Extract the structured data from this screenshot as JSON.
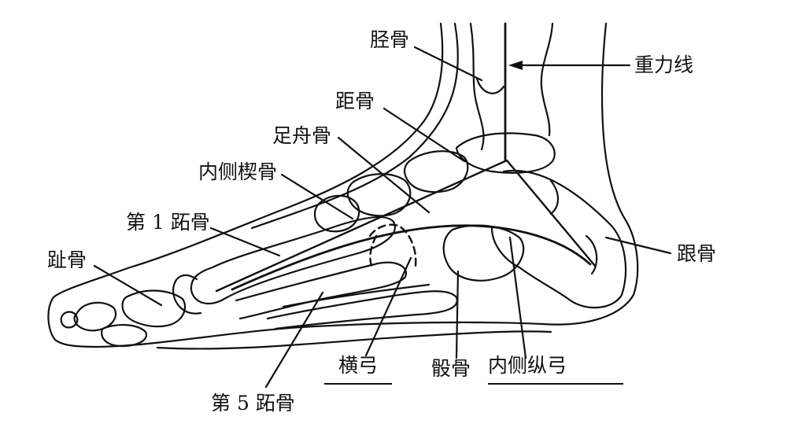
{
  "labels": {
    "tibia": "胫骨",
    "gravity_line": "重力线",
    "talus": "距骨",
    "navicular": "足舟骨",
    "medial_cuneiform": "内侧楔骨",
    "first_metatarsal": "第 1 跖骨",
    "phalanges": "趾骨",
    "calcaneus": "跟骨",
    "transverse_arch": "横弓",
    "cuboid": "骰骨",
    "medial_longitudinal_arch": "内侧纵弓",
    "fifth_metatarsal": "第 5 跖骨"
  }
}
